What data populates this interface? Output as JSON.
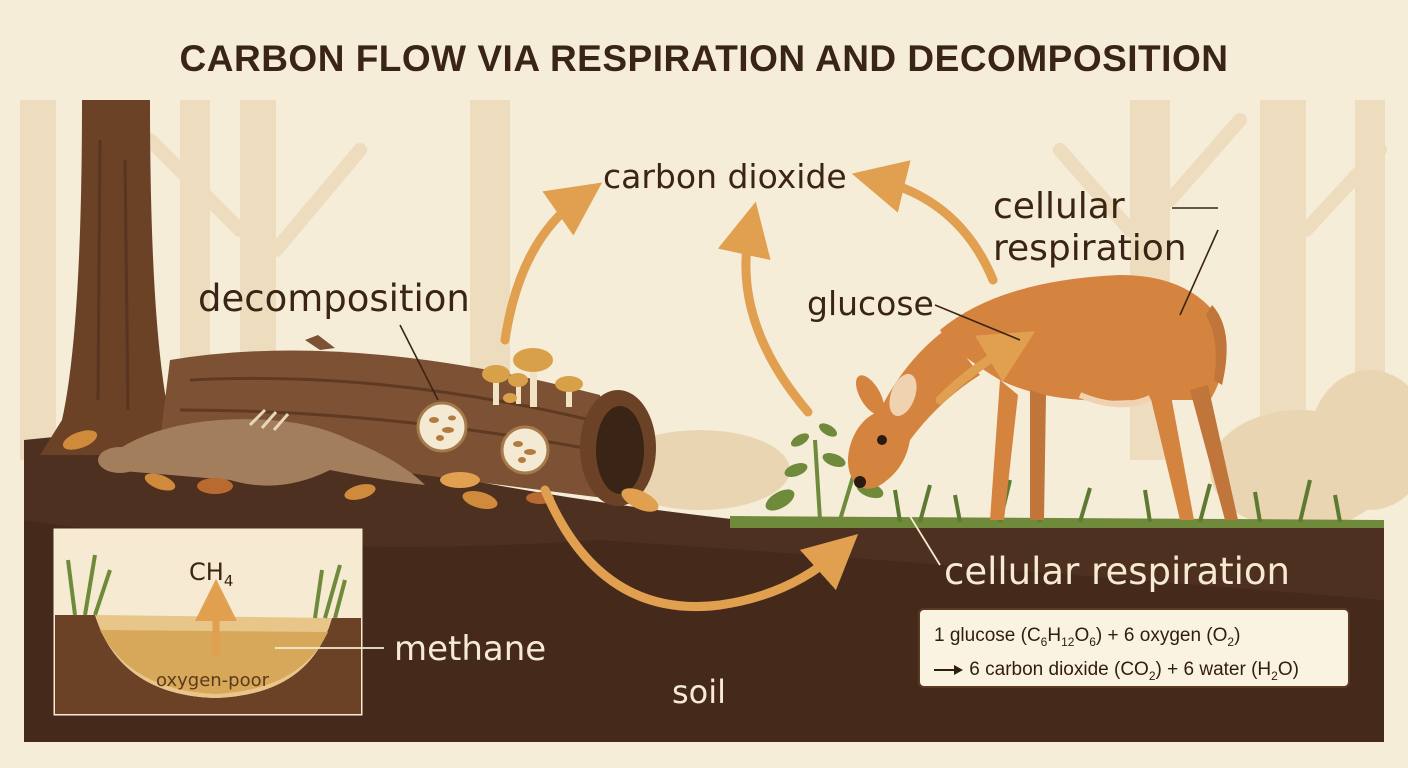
{
  "title": "CARBON FLOW VIA RESPIRATION AND DECOMPOSITION",
  "labels": {
    "carbon_dioxide": "carbon dioxide",
    "cellular_respiration_line1": "cellular",
    "cellular_respiration_line2": "respiration",
    "decomposition": "decomposition",
    "glucose": "glucose",
    "cellular_respiration_bottom": "cellular respiration",
    "methane": "methane",
    "ch4_main": "CH",
    "ch4_sub": "4",
    "oxygen_poor": "oxygen-poor",
    "soil": "soil"
  },
  "equation": {
    "line1": {
      "a": "1 glucose (C",
      "s1": "6",
      "b": "H",
      "s2": "12",
      "c": "O",
      "s3": "6",
      "d": ")  + 6 oxygen (O",
      "s4": "2",
      "e": ")"
    },
    "line2": {
      "a": " 6 carbon dioxide (CO",
      "s1": "2",
      "b": ") + 6 water (H",
      "s2": "2",
      "c": "O)"
    }
  },
  "colors": {
    "background": "#f6edd9",
    "soil": "#4e3020",
    "arrow": "#e0a050",
    "deer": "#d4843f",
    "grass": "#6f8a3a",
    "title": "#3a2416"
  },
  "icons": [
    "tree-trunk",
    "fallen-log",
    "mushrooms",
    "dead-animal",
    "deer",
    "plant",
    "leaves",
    "microbe-circles",
    "pond"
  ]
}
